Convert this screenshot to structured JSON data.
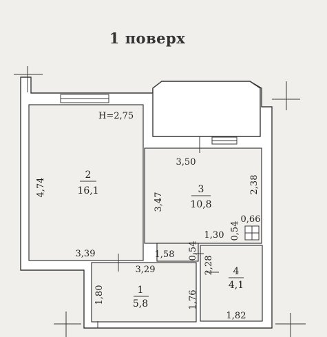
{
  "title": "1 поверх",
  "ceiling_height": "H=2,75",
  "rooms": [
    {
      "number": "2",
      "area": "16,1"
    },
    {
      "number": "3",
      "area": "10,8"
    },
    {
      "number": "1",
      "area": "5,8"
    },
    {
      "number": "4",
      "area": "4,1"
    }
  ],
  "dimensions": {
    "r2_height": "4,74",
    "r2_width": "3,39",
    "r3_top": "3,50",
    "r3_left": "3,47",
    "r3_right": "2,38",
    "r3_bottom_left": "1,58",
    "r3_small_vertical": "0,54",
    "r3_bottom_mid": "1,30",
    "r3_small_vertical_right": "0,54",
    "r3_shaft": "0,66",
    "r1_top": "3,29",
    "r1_left": "1,80",
    "r1_right": "1,76",
    "r4_left": "2,28",
    "r4_bottom": "1,82"
  }
}
